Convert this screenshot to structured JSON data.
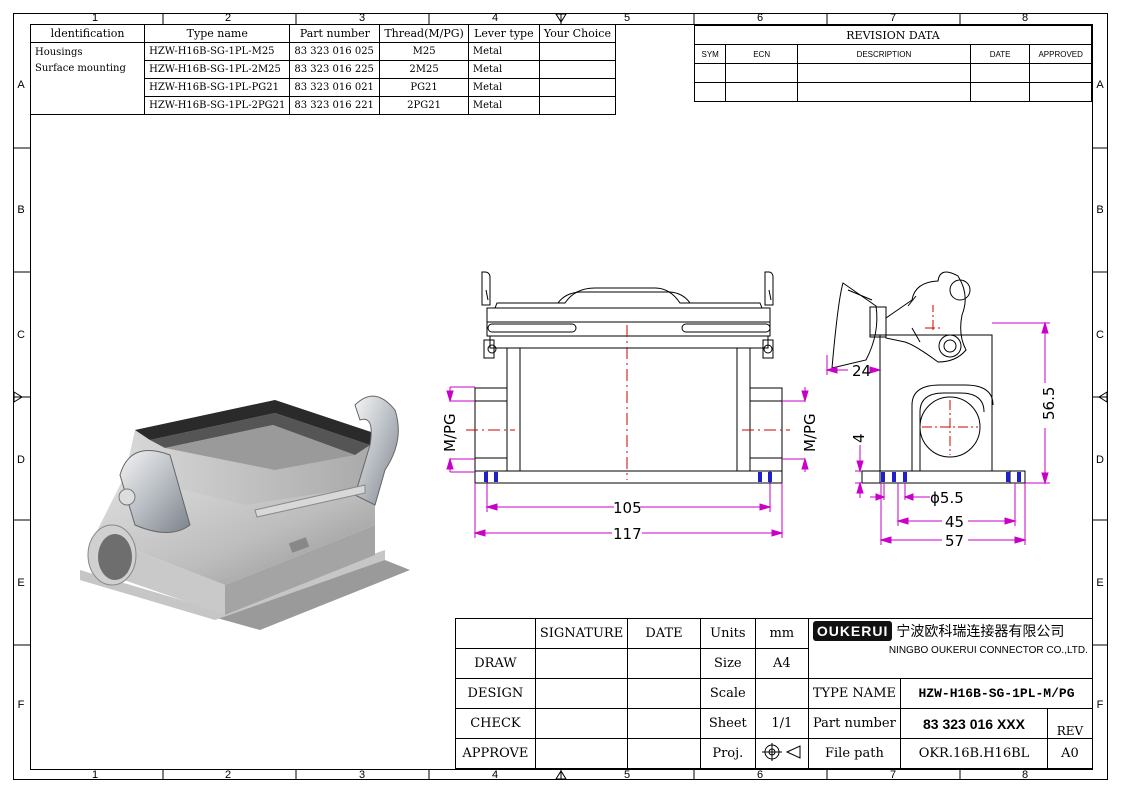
{
  "zones": {
    "cols": [
      "1",
      "2",
      "3",
      "4",
      "5",
      "6",
      "7",
      "8"
    ],
    "rows": [
      "A",
      "B",
      "C",
      "D",
      "E",
      "F"
    ]
  },
  "ident_table": {
    "headers": [
      "ldentification",
      "Type name",
      "Part number",
      "Thread(M/PG)",
      "Lever type",
      "Your Choice"
    ],
    "ident_lines": [
      "Housings",
      "Surface mounting"
    ],
    "rows": [
      {
        "type": "HZW-H16B-SG-1PL-M25",
        "part": "83 323 016 025",
        "thread": "M25",
        "lever": "Metal",
        "choice": ""
      },
      {
        "type": "HZW-H16B-SG-1PL-2M25",
        "part": "83 323 016 225",
        "thread": "2M25",
        "lever": "Metal",
        "choice": ""
      },
      {
        "type": "HZW-H16B-SG-1PL-PG21",
        "part": "83 323 016 021",
        "thread": "PG21",
        "lever": "Metal",
        "choice": ""
      },
      {
        "type": "HZW-H16B-SG-1PL-2PG21",
        "part": "83 323 016 221",
        "thread": "2PG21",
        "lever": "Metal",
        "choice": ""
      }
    ]
  },
  "revision": {
    "title": "REVISION   DATA",
    "headers": [
      "SYM",
      "ECN",
      "DESCRIPTION",
      "DATE",
      "APPROVED"
    ]
  },
  "dimensions": {
    "d105": "105",
    "d117": "117",
    "d24": "24",
    "d56_5": "56.5",
    "d4": "4",
    "d5_5": "ϕ5.5",
    "d45": "45",
    "d57": "57",
    "thread_label": "M/PG"
  },
  "title_block": {
    "signature": "SIGNATURE",
    "date": "DATE",
    "rows": [
      "DRAW",
      "DESIGN",
      "CHECK",
      "APPROVE"
    ],
    "units_label": "Units",
    "units_value": "mm",
    "size_label": "Size",
    "size_value": "A4",
    "scale_label": "Scale",
    "scale_value": "",
    "sheet_label": "Sheet",
    "sheet_value": "1/1",
    "proj_label": "Proj.",
    "logo": "OUKERUI",
    "company_cn": "宁波欧科瑞连接器有限公司",
    "company_en": "NINGBO OUKERUI CONNECTOR CO.,LTD.",
    "type_name_label": "TYPE NAME",
    "type_name_value": "HZW-H16B-SG-1PL-M/PG",
    "part_number_label": "Part number",
    "part_number_value": "83 323 016 XXX",
    "rev_label": "REV",
    "file_path_label": "File path",
    "file_path_value": "OKR.16B.H16BL",
    "rev_value": "A0"
  },
  "colors": {
    "dimension": "#c800c8",
    "centerline": "#d00000",
    "seal": "#2020c8"
  }
}
